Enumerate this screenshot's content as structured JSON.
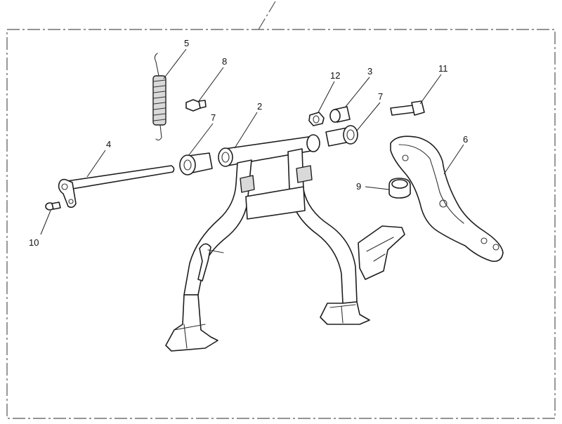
{
  "callouts": [
    {
      "id": "callout-1",
      "label": "2"
    },
    {
      "id": "callout-2",
      "label": "3"
    },
    {
      "id": "callout-3",
      "label": "4"
    },
    {
      "id": "callout-4",
      "label": "5"
    },
    {
      "id": "callout-5",
      "label": "6"
    },
    {
      "id": "callout-6",
      "label": "7"
    },
    {
      "id": "callout-7",
      "label": "7"
    },
    {
      "id": "callout-8",
      "label": "8"
    },
    {
      "id": "callout-9",
      "label": "9"
    },
    {
      "id": "callout-10",
      "label": "10"
    },
    {
      "id": "callout-11",
      "label": "11"
    },
    {
      "id": "callout-12",
      "label": "12"
    }
  ],
  "colors": {
    "line": "#1e1e1e",
    "shade": "#d9d9d9",
    "frame": "#555555",
    "background": "#ffffff"
  }
}
